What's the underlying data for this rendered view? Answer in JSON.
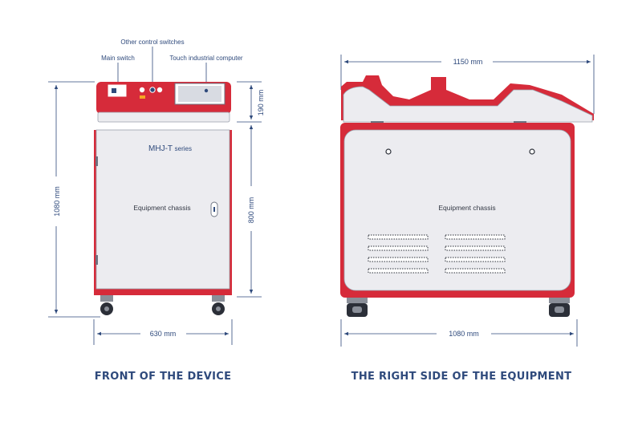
{
  "front": {
    "callouts": {
      "other_switches": "Other control switches",
      "main_switch": "Main switch",
      "touch_computer": "Touch industrial computer"
    },
    "model": "MHJ-T",
    "series": "series",
    "chassis_label": "Equipment chassis",
    "dims": {
      "height_total": "1080 mm",
      "head_height": "190 mm",
      "body_height": "800 mm",
      "width": "630 mm"
    },
    "caption": "FRONT OF THE DEVICE"
  },
  "side": {
    "chassis_label": "Equipment chassis",
    "dims": {
      "top_width": "1150 mm",
      "bottom_width": "1080 mm"
    },
    "caption": "THE RIGHT SIDE OF THE EQUIPMENT"
  },
  "colors": {
    "red": "#d62b3a",
    "dim_blue": "#2f4a7c",
    "panel": "#ececf0",
    "outline": "#9aa0ac"
  }
}
